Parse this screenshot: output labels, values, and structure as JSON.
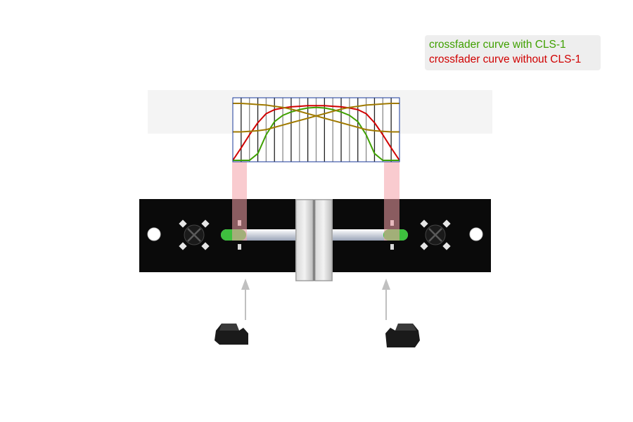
{
  "legend": {
    "with_label": "crossfader curve with CLS-1",
    "without_label": "crossfader curve without CLS-1"
  },
  "colors": {
    "with_curve": "#3fa000",
    "without_curve": "#d00000",
    "graph_border": "#1a3a9a",
    "fader_body": "#0a0a0a",
    "green_zone": "#3ec03e",
    "highlight": "#f4a0a8",
    "arrow": "#c0c0c0",
    "stopper": "#1a1a1a"
  },
  "icons": {
    "screw": "screw-icon",
    "hole": "mounting-hole-icon",
    "arrow": "up-arrow-icon"
  },
  "chart_data": {
    "type": "line",
    "x": [
      0,
      0.05,
      0.1,
      0.15,
      0.2,
      0.25,
      0.3,
      0.35,
      0.4,
      0.45,
      0.5,
      0.55,
      0.6,
      0.65,
      0.7,
      0.75,
      0.8,
      0.85,
      0.9,
      0.95,
      1
    ],
    "series": [
      {
        "values": [
          0.0,
          0.22,
          0.45,
          0.66,
          0.82,
          0.89,
          0.92,
          0.94,
          0.95,
          0.96,
          0.96,
          0.96,
          0.95,
          0.94,
          0.92,
          0.89,
          0.82,
          0.66,
          0.45,
          0.22,
          0.0
        ]
      },
      {
        "values": [
          0.0,
          0.0,
          0.0,
          0.12,
          0.45,
          0.68,
          0.79,
          0.85,
          0.89,
          0.92,
          0.93,
          0.92,
          0.89,
          0.85,
          0.79,
          0.68,
          0.45,
          0.12,
          0.0,
          0.0,
          0.0
        ]
      },
      {
        "values": [
          1.0,
          1.0,
          0.99,
          0.98,
          0.97,
          0.95,
          0.93,
          0.9,
          0.86,
          0.82,
          0.78,
          0.74,
          0.7,
          0.66,
          0.62,
          0.58,
          0.54,
          0.52,
          0.51,
          0.5,
          0.5
        ]
      },
      {
        "values": [
          0.5,
          0.5,
          0.51,
          0.52,
          0.54,
          0.58,
          0.62,
          0.66,
          0.7,
          0.74,
          0.78,
          0.82,
          0.86,
          0.9,
          0.93,
          0.95,
          0.97,
          0.98,
          0.99,
          1.0,
          1.0
        ]
      }
    ],
    "series_colors": [
      "#d00000",
      "#3fa000",
      "#a07a00",
      "#a07a00"
    ],
    "ylim": [
      0,
      1
    ],
    "xlim": [
      0,
      1
    ],
    "grid": true,
    "grid_lines": 20
  }
}
